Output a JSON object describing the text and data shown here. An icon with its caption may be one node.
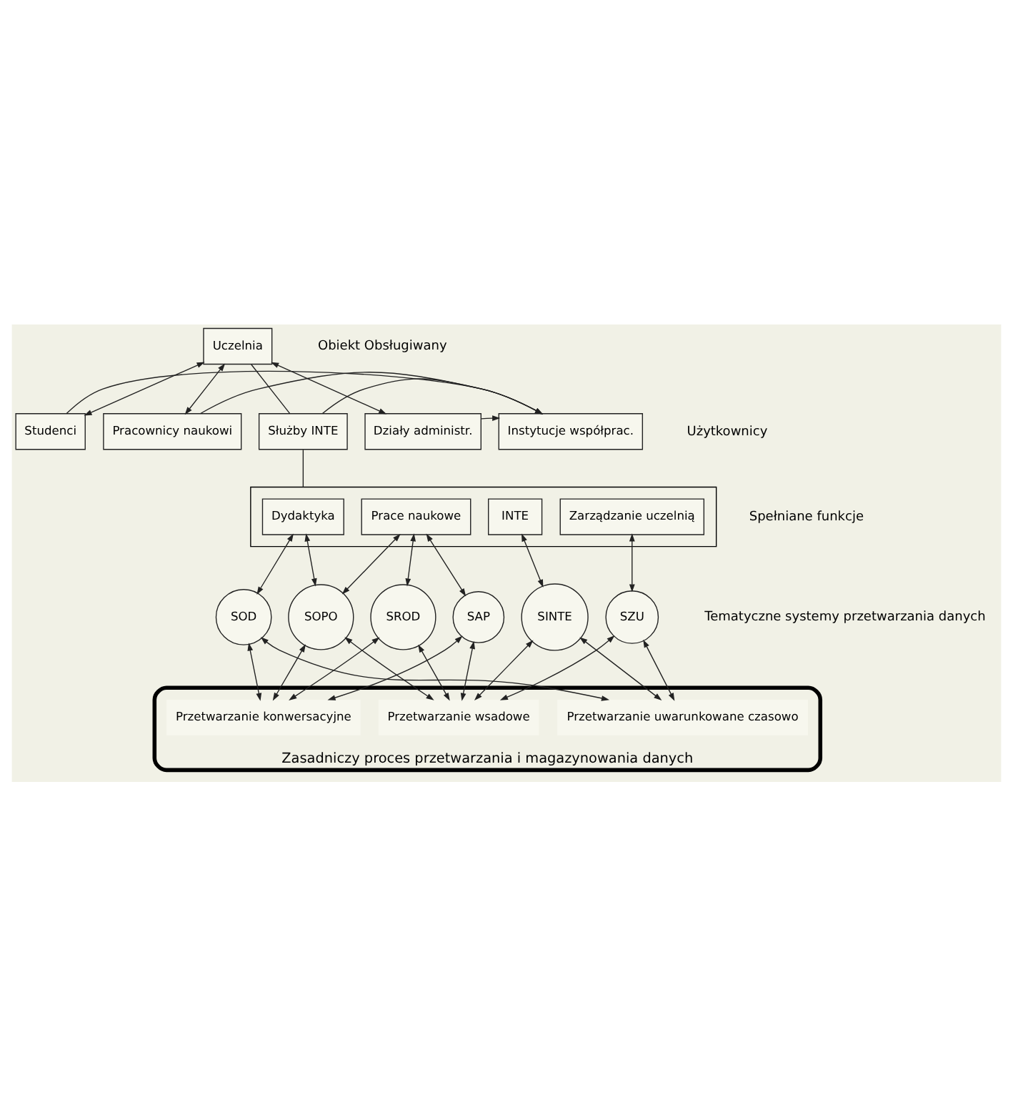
{
  "diagram": {
    "nodes": [
      {
        "text": [
          "Uczelnia"
        ]
      },
      {
        "text": [
          "Studenci"
        ]
      },
      {
        "text": [
          "Pracownicy naukowi"
        ]
      },
      {
        "text": [
          "Służby INTE"
        ]
      },
      {
        "text": [
          "Działy administr."
        ]
      },
      {
        "text": [
          "Instytucje współprac."
        ]
      },
      {
        "text": [],
        "shape": "box"
      },
      {
        "text": [
          "Dydaktyka"
        ],
        "in": 6
      },
      {
        "text": [
          "Prace naukowe"
        ],
        "in": 6
      },
      {
        "text": [
          "INTE"
        ],
        "in": 6
      },
      {
        "text": [
          "Zarządzanie uczelnią"
        ],
        "in": 6
      },
      {
        "text": [
          "SOD"
        ]
      },
      {
        "text": [
          "SOPO"
        ]
      },
      {
        "text": [
          "SROD"
        ]
      },
      {
        "text": [
          "SAP"
        ]
      },
      {
        "text": [
          "SINTE"
        ]
      },
      {
        "text": [
          "SZU"
        ]
      },
      {
        "text": [
          "Zasadniczy proces przetwarzania i magazynowania danych"
        ]
      },
      {
        "text": [
          "Przetwarzanie wsadowe"
        ],
        "in": 17
      },
      {
        "text": [
          "Przetwarzanie konwersacyjne"
        ],
        "in": 17
      },
      {
        "text": [
          "Przetwarzanie uwarunkowane czasowo"
        ],
        "in": 17
      }
    ],
    "edges": [
      {
        "from": 0,
        "to": 1,
        "arrow": "both"
      },
      {
        "from": 0,
        "to": 2,
        "arrow": "both"
      },
      {
        "from": 0,
        "to": 3,
        "arrow": "none"
      },
      {
        "from": 0,
        "to": 4,
        "arrow": "both"
      },
      {
        "from": 1,
        "to": 5,
        "arrow": "to"
      },
      {
        "from": 2,
        "to": 5,
        "arrow": "to"
      },
      {
        "from": 3,
        "to": 5,
        "arrow": "to"
      },
      {
        "from": 4,
        "to": 5,
        "arrow": "to"
      },
      {
        "from": 3,
        "to": 6,
        "arrow": "none"
      },
      {
        "from": 7,
        "to": 11,
        "arrow": "both"
      },
      {
        "from": 7,
        "to": 12,
        "arrow": "both"
      },
      {
        "from": 8,
        "to": 12,
        "arrow": "both"
      },
      {
        "from": 8,
        "to": 13,
        "arrow": "both"
      },
      {
        "from": 8,
        "to": 14,
        "arrow": "both"
      },
      {
        "from": 9,
        "to": 15,
        "arrow": "both"
      },
      {
        "from": 10,
        "to": 16,
        "arrow": "both"
      },
      {
        "from": 11,
        "to": 19,
        "arrow": "both"
      },
      {
        "from": 11,
        "to": 20,
        "arrow": "both"
      },
      {
        "from": 12,
        "to": 18,
        "arrow": "both"
      },
      {
        "from": 12,
        "to": 19,
        "arrow": "both"
      },
      {
        "from": 13,
        "to": 18,
        "arrow": "both"
      },
      {
        "from": 13,
        "to": 19,
        "arrow": "both"
      },
      {
        "from": 14,
        "to": 18,
        "arrow": "both"
      },
      {
        "from": 14,
        "to": 19,
        "arrow": "both"
      },
      {
        "from": 15,
        "to": 18,
        "arrow": "both"
      },
      {
        "from": 15,
        "to": 20,
        "arrow": "both"
      },
      {
        "from": 16,
        "to": 18,
        "arrow": "both"
      },
      {
        "from": 16,
        "to": 20,
        "arrow": "both"
      }
    ],
    "labels": [
      "Obiekt Obsługiwany",
      "Użytkownicy",
      "Spełniane funkcje",
      "Tematyczne systemy przetwarzania danych"
    ]
  }
}
